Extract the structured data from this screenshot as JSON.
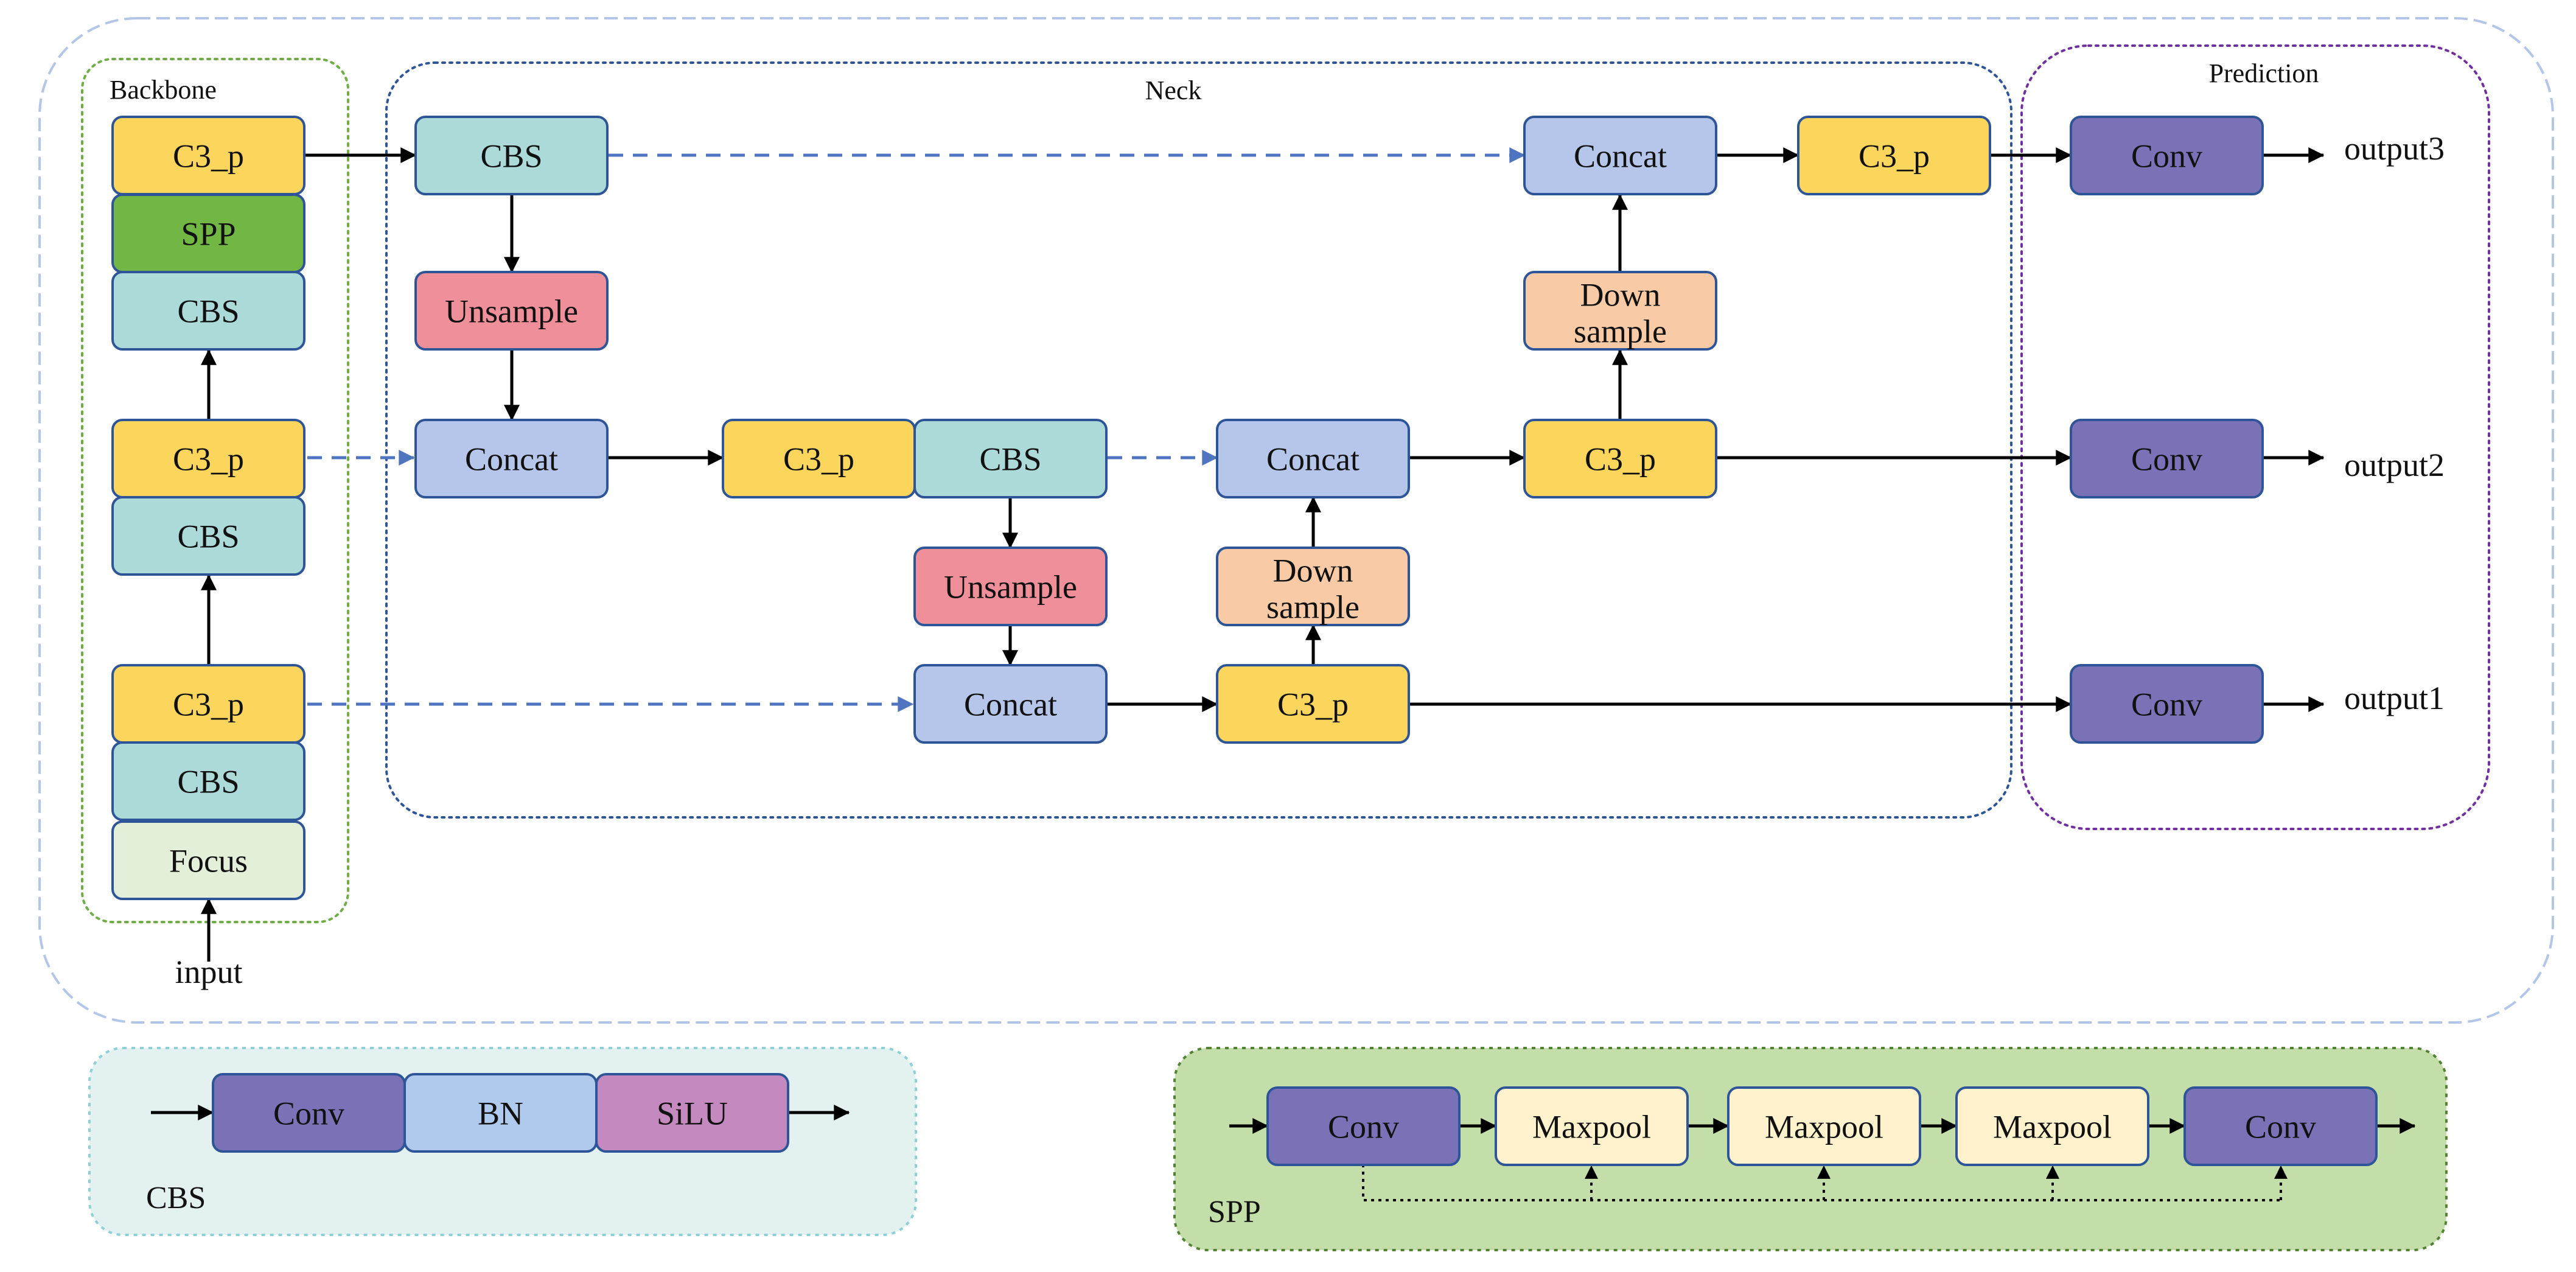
{
  "colors": {
    "c3p": "#fcd65c",
    "cbs": "#acdad8",
    "spp": "#72b744",
    "focus": "#e3efd9",
    "unsample": "#ef8f9a",
    "concat": "#b6c6ea",
    "downsample": "#f8cba6",
    "conv": "#7b71b7",
    "bn": "#afcaed",
    "silu": "#c489bf",
    "maxpool": "#fff2cc",
    "node_border": "#2e5597",
    "legend_cbs_bg": "#e3f2f1",
    "legend_spp_bg": "#c3dea8",
    "dashed_arrow": "#4f75c0"
  },
  "regions": {
    "backbone": "Backbone",
    "neck": "Neck",
    "prediction": "Prediction"
  },
  "io": {
    "input": "input",
    "output1": "output1",
    "output2": "output2",
    "output3": "output3"
  },
  "nodes": {
    "backbone": [
      {
        "id": "bb-c3p-top",
        "label": "C3_p",
        "kind": "c3p"
      },
      {
        "id": "bb-spp",
        "label": "SPP",
        "kind": "spp"
      },
      {
        "id": "bb-cbs-3",
        "label": "CBS",
        "kind": "cbs"
      },
      {
        "id": "bb-c3p-mid",
        "label": "C3_p",
        "kind": "c3p"
      },
      {
        "id": "bb-cbs-2",
        "label": "CBS",
        "kind": "cbs"
      },
      {
        "id": "bb-c3p-low",
        "label": "C3_p",
        "kind": "c3p"
      },
      {
        "id": "bb-cbs-1",
        "label": "CBS",
        "kind": "cbs"
      },
      {
        "id": "bb-focus",
        "label": "Focus",
        "kind": "focus"
      }
    ],
    "neck": [
      {
        "id": "nk-cbs-a",
        "label": "CBS",
        "kind": "cbs"
      },
      {
        "id": "nk-unsample-a",
        "label": "Unsample",
        "kind": "unsample"
      },
      {
        "id": "nk-concat-a",
        "label": "Concat",
        "kind": "concat"
      },
      {
        "id": "nk-c3p-a",
        "label": "C3_p",
        "kind": "c3p"
      },
      {
        "id": "nk-cbs-b",
        "label": "CBS",
        "kind": "cbs"
      },
      {
        "id": "nk-unsample-b",
        "label": "Unsample",
        "kind": "unsample"
      },
      {
        "id": "nk-concat-b",
        "label": "Concat",
        "kind": "concat"
      },
      {
        "id": "nk-c3p-b",
        "label": "C3_p",
        "kind": "c3p"
      },
      {
        "id": "nk-downsample-a",
        "label": "Down sample",
        "kind": "downsample"
      },
      {
        "id": "nk-concat-c",
        "label": "Concat",
        "kind": "concat"
      },
      {
        "id": "nk-c3p-c",
        "label": "C3_p",
        "kind": "c3p"
      },
      {
        "id": "nk-downsample-b",
        "label": "Down sample",
        "kind": "downsample"
      },
      {
        "id": "nk-concat-d",
        "label": "Concat",
        "kind": "concat"
      },
      {
        "id": "nk-c3p-d",
        "label": "C3_p",
        "kind": "c3p"
      }
    ],
    "prediction": [
      {
        "id": "pr-conv-3",
        "label": "Conv",
        "kind": "conv"
      },
      {
        "id": "pr-conv-2",
        "label": "Conv",
        "kind": "conv"
      },
      {
        "id": "pr-conv-1",
        "label": "Conv",
        "kind": "conv"
      }
    ]
  },
  "legend_cbs": {
    "title": "CBS",
    "blocks": [
      {
        "label": "Conv",
        "kind": "conv"
      },
      {
        "label": "BN",
        "kind": "bn"
      },
      {
        "label": "SiLU",
        "kind": "silu"
      }
    ]
  },
  "legend_spp": {
    "title": "SPP",
    "blocks": [
      {
        "label": "Conv",
        "kind": "conv"
      },
      {
        "label": "Maxpool",
        "kind": "maxpool"
      },
      {
        "label": "Maxpool",
        "kind": "maxpool"
      },
      {
        "label": "Maxpool",
        "kind": "maxpool"
      },
      {
        "label": "Conv",
        "kind": "conv"
      }
    ]
  }
}
